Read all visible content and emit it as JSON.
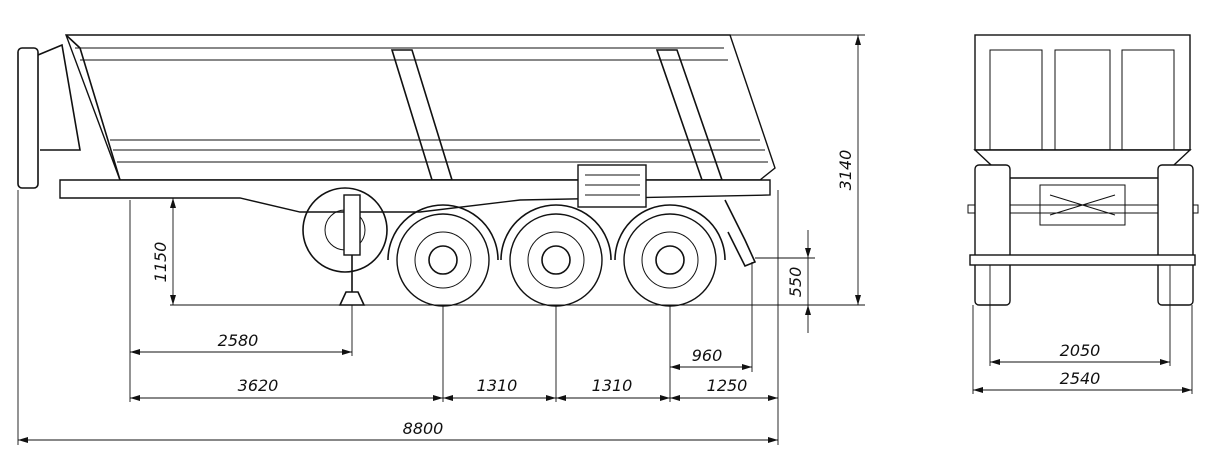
{
  "drawing": {
    "side_view": {
      "dimensions": {
        "overall_height": "3140",
        "fifth_wheel_height": "1150",
        "rear_bumper_height": "550",
        "kingpin_to_landing_gear": "2580",
        "rear_axle_to_bumper": "960",
        "kingpin_to_first_axle": "3620",
        "axle_spacing_1": "1310",
        "axle_spacing_2": "1310",
        "rear_overhang": "1250",
        "overall_length": "8800"
      }
    },
    "rear_view": {
      "dimensions": {
        "track_width": "2050",
        "overall_width": "2540"
      }
    },
    "line_color": "#111111"
  }
}
